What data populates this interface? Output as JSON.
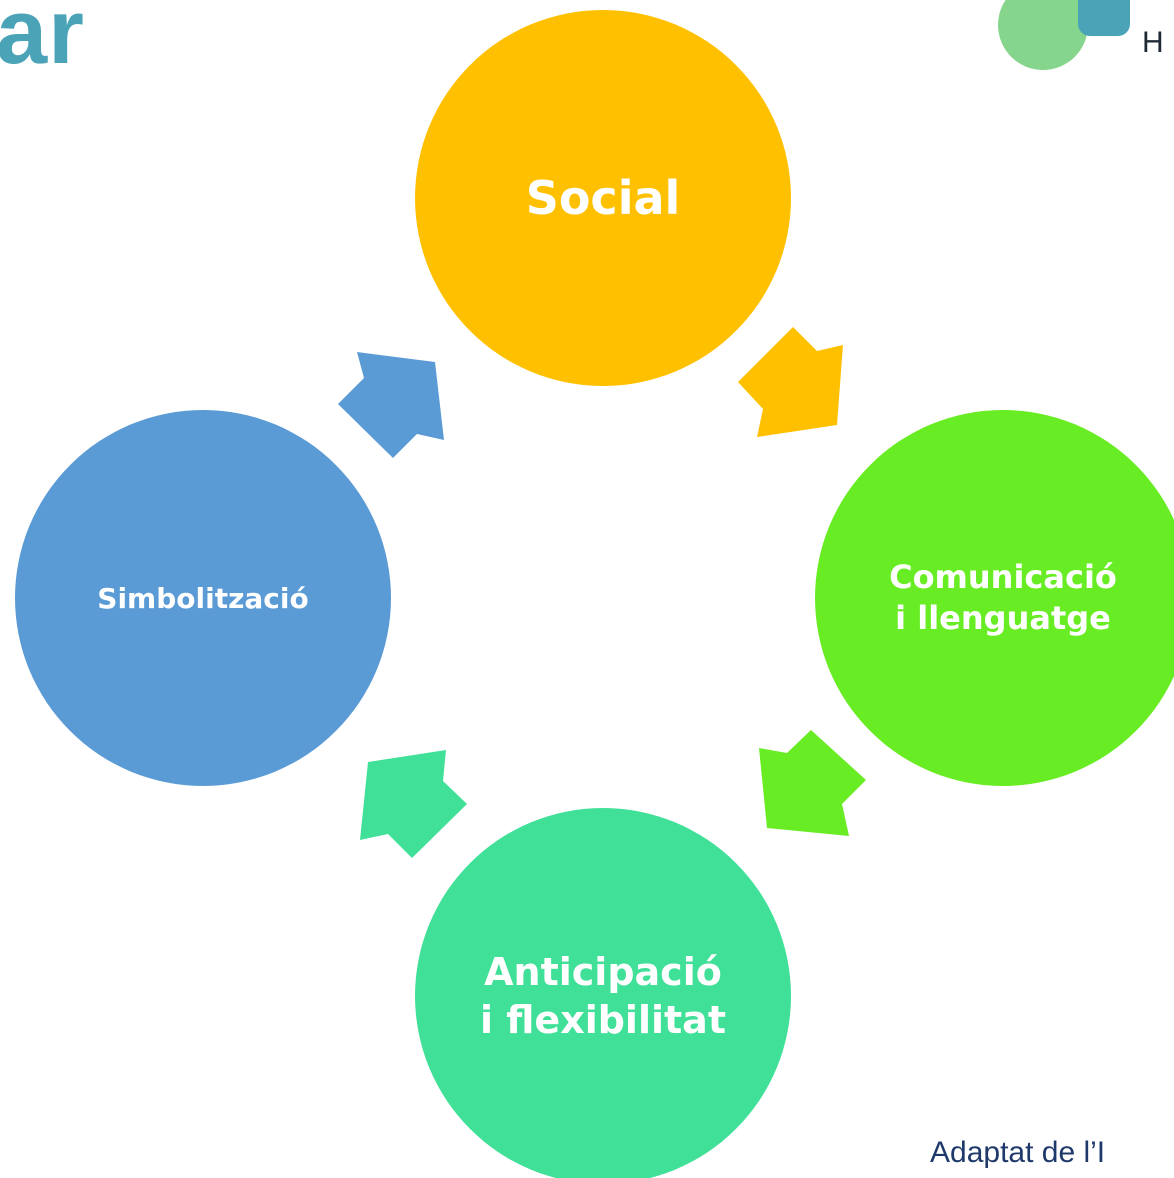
{
  "header": {
    "title_fragment": "ar"
  },
  "logo": {
    "text_fragment": "H"
  },
  "diagram": {
    "nodes": [
      {
        "id": "social",
        "label": "Social",
        "color": "#ffc000"
      },
      {
        "id": "comunicacio",
        "label": "Comunicació\ni llenguatge",
        "color": "#68ec23"
      },
      {
        "id": "anticipacio",
        "label": "Anticipació\ni flexibilitat",
        "color": "#40e098"
      },
      {
        "id": "simbolitzacio",
        "label": "Simbolització",
        "color": "#5b9bd5"
      }
    ],
    "arrows": [
      {
        "from": "social",
        "to": "comunicacio",
        "color": "#ffc000"
      },
      {
        "from": "comunicacio",
        "to": "anticipacio",
        "color": "#68ec23"
      },
      {
        "from": "anticipacio",
        "to": "simbolitzacio",
        "color": "#40e098"
      },
      {
        "from": "simbolitzacio",
        "to": "social",
        "color": "#5b9bd5"
      }
    ]
  },
  "footer": {
    "caption_fragment": "Adaptat  de  l’I"
  }
}
